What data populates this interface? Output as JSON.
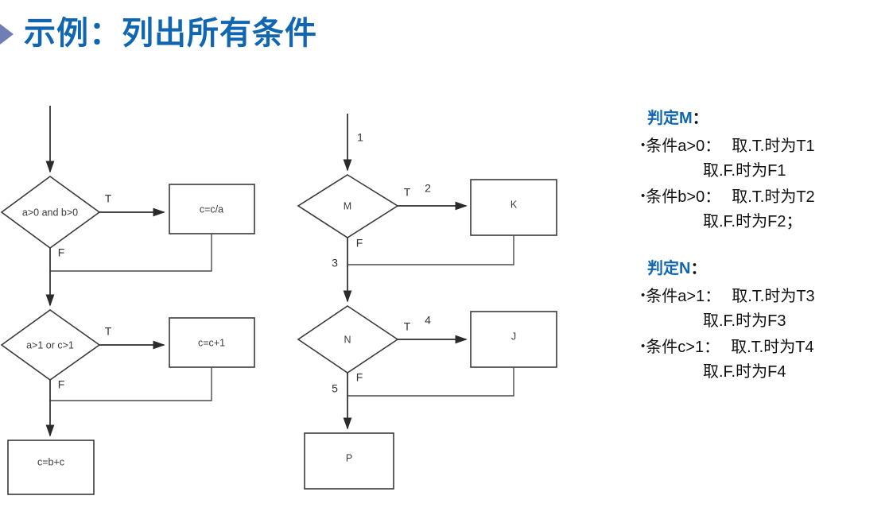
{
  "slide": {
    "title": "示例：列出所有条件",
    "bullet_icon": "triangle-right-icon",
    "accent_color": "#1066B0",
    "bullet_color": "#6f7fb4",
    "background": "#ffffff"
  },
  "flowchart_left": {
    "name": "concrete-condition-flowchart",
    "nodes": [
      {
        "id": "d1",
        "type": "decision",
        "label": "a>0 and b>0"
      },
      {
        "id": "p1",
        "type": "process",
        "label": "c=c/a"
      },
      {
        "id": "d2",
        "type": "decision",
        "label": "a>1 or c>1"
      },
      {
        "id": "p2",
        "type": "process",
        "label": "c=c+1"
      },
      {
        "id": "p3",
        "type": "process",
        "label": "c=b+c"
      }
    ],
    "edge_labels": {
      "d1_true": "T",
      "d1_false": "F",
      "d2_true": "T",
      "d2_false": "F"
    }
  },
  "flowchart_middle": {
    "name": "abstract-condition-flowchart",
    "nodes": [
      {
        "id": "M",
        "type": "decision",
        "label": "M"
      },
      {
        "id": "K",
        "type": "process",
        "label": "K"
      },
      {
        "id": "N",
        "type": "decision",
        "label": "N"
      },
      {
        "id": "J",
        "type": "process",
        "label": "J"
      },
      {
        "id": "P",
        "type": "process",
        "label": "P"
      }
    ],
    "edge_labels": {
      "entry": "1",
      "M_true": "T",
      "M_true_num": "2",
      "M_false": "F",
      "M_false_num": "3",
      "N_true": "T",
      "N_true_num": "4",
      "N_false": "F",
      "N_false_num": "5"
    }
  },
  "notes": [
    {
      "heading": "判定M",
      "heading_colon": "：",
      "lines": [
        {
          "bullet": true,
          "indent": false,
          "condition": "条件a>0：",
          "result": "取.T.时为T1"
        },
        {
          "bullet": false,
          "indent": true,
          "condition": "",
          "result": "取.F.时为F1"
        },
        {
          "bullet": true,
          "indent": false,
          "condition": "条件b>0：",
          "result": "取.T.时为T2"
        },
        {
          "bullet": false,
          "indent": true,
          "condition": "",
          "result": "取.F.时为F2；"
        }
      ]
    },
    {
      "heading": "判定N",
      "heading_colon": "：",
      "lines": [
        {
          "bullet": true,
          "indent": false,
          "condition": "条件a>1：",
          "result": "取.T.时为T3"
        },
        {
          "bullet": false,
          "indent": true,
          "condition": "",
          "result": "取.F.时为F3"
        },
        {
          "bullet": true,
          "indent": false,
          "condition": "条件c>1：",
          "result": "取.T.时为T4"
        },
        {
          "bullet": false,
          "indent": true,
          "condition": "",
          "result": "取.F.时为F4"
        }
      ]
    }
  ]
}
